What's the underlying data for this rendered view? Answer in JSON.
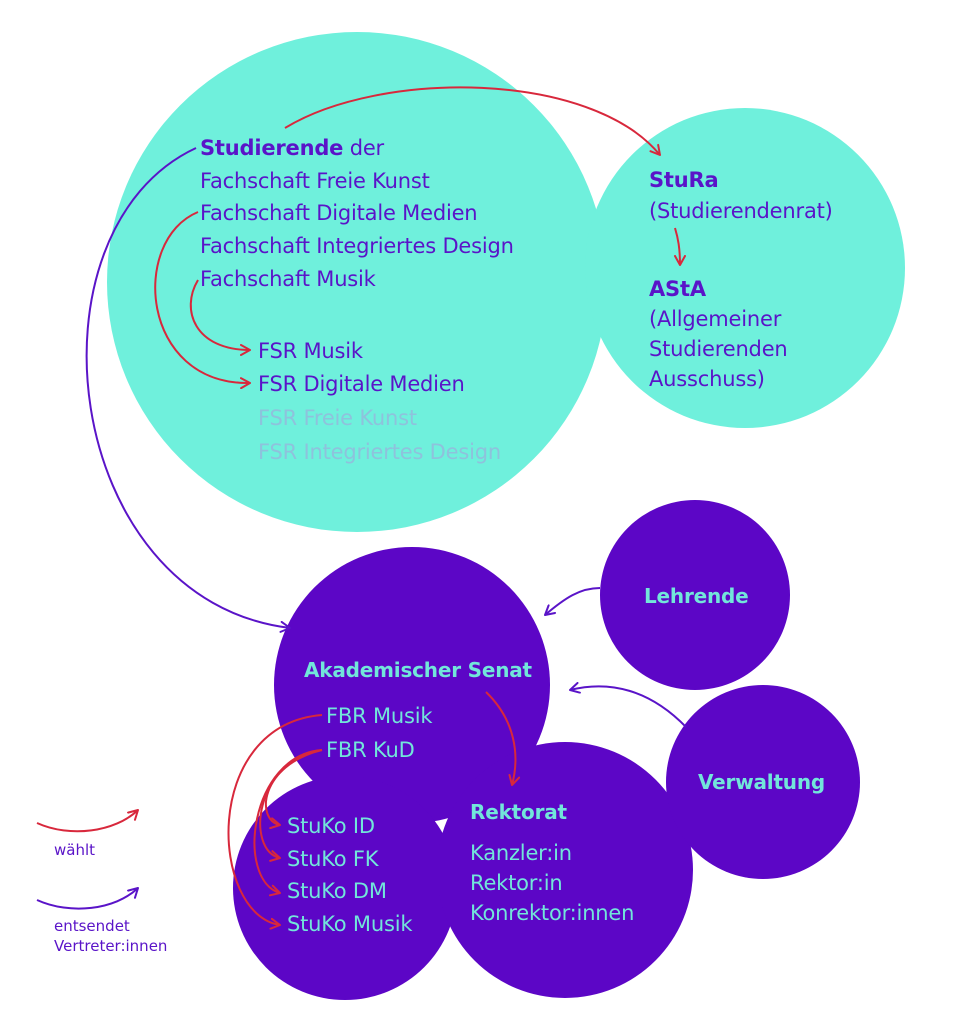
{
  "colors": {
    "turquoise": "#6ff0dc",
    "violet": "#5c06c6",
    "purple_text": "#5a14c8",
    "faded_text": "#8ec2dc",
    "cyan_text": "#72e6da",
    "red_arrow": "#d8283c",
    "violet_arrow": "#5a14c8"
  },
  "students": {
    "title_bold": "Studierende",
    "title_rest": "der",
    "fachschaften": [
      "Fachschaft Freie Kunst",
      "Fachschaft Digitale Medien",
      "Fachschaft Integriertes Design",
      "Fachschaft Musik"
    ],
    "fsr": [
      "FSR Musik",
      "FSR Digitale Medien",
      "FSR Freie Kunst",
      "FSR Integriertes Design"
    ]
  },
  "stura": {
    "title": "StuRa",
    "subtitle": "(Studierendenrat)"
  },
  "asta": {
    "title": "AStA",
    "subtitle_lines": [
      "(Allgemeiner",
      "Studierenden",
      "Ausschuss)"
    ]
  },
  "lehrende": {
    "label": "Lehrende"
  },
  "verwaltung": {
    "label": "Verwaltung"
  },
  "senat": {
    "title": "Akademischer Senat",
    "fbr": [
      "FBR Musik",
      "FBR KuD"
    ]
  },
  "stuko": [
    "StuKo ID",
    "StuKo FK",
    "StuKo DM",
    "StuKo Musik"
  ],
  "rektorat": {
    "title": "Rektorat",
    "members": [
      "Kanzler:in",
      "Rektor:in",
      "Konrektor:innen"
    ]
  },
  "legend": {
    "waehlt": "wählt",
    "entsendet_lines": [
      "entsendet",
      "Vertreter:innen"
    ]
  }
}
